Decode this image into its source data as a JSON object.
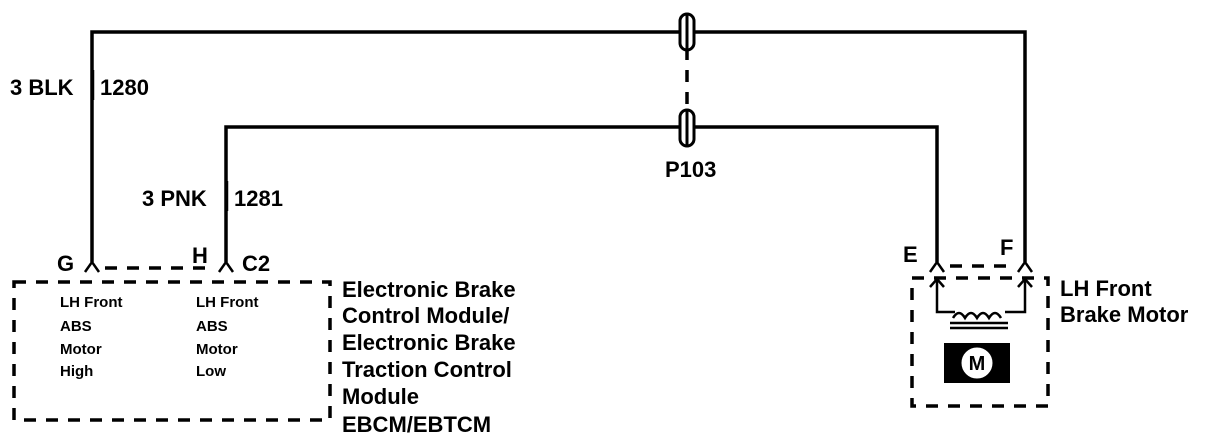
{
  "wires": {
    "top": {
      "gauge_color": "3 BLK",
      "circuit": "1280"
    },
    "bottom": {
      "gauge_color": "3 PNK",
      "circuit": "1281"
    }
  },
  "connector_label": "P103",
  "ebcm": {
    "pin_g": "G",
    "pin_h": "H",
    "connector": "C2",
    "name_lines": [
      "Electronic Brake",
      "Control Module/",
      "Electronic Brake",
      "Traction Control",
      "Module",
      "EBCM/EBTCM"
    ],
    "pin_g_desc": [
      "LH Front",
      "ABS",
      "Motor",
      "High"
    ],
    "pin_h_desc": [
      "LH Front",
      "ABS",
      "Motor",
      "Low"
    ]
  },
  "motor": {
    "pin_e": "E",
    "pin_f": "F",
    "name_lines": [
      "LH Front",
      "Brake Motor"
    ],
    "symbol": "M"
  },
  "icons": [
    "connector-icon",
    "motor-icon",
    "coil-icon",
    "terminal-icon"
  ]
}
